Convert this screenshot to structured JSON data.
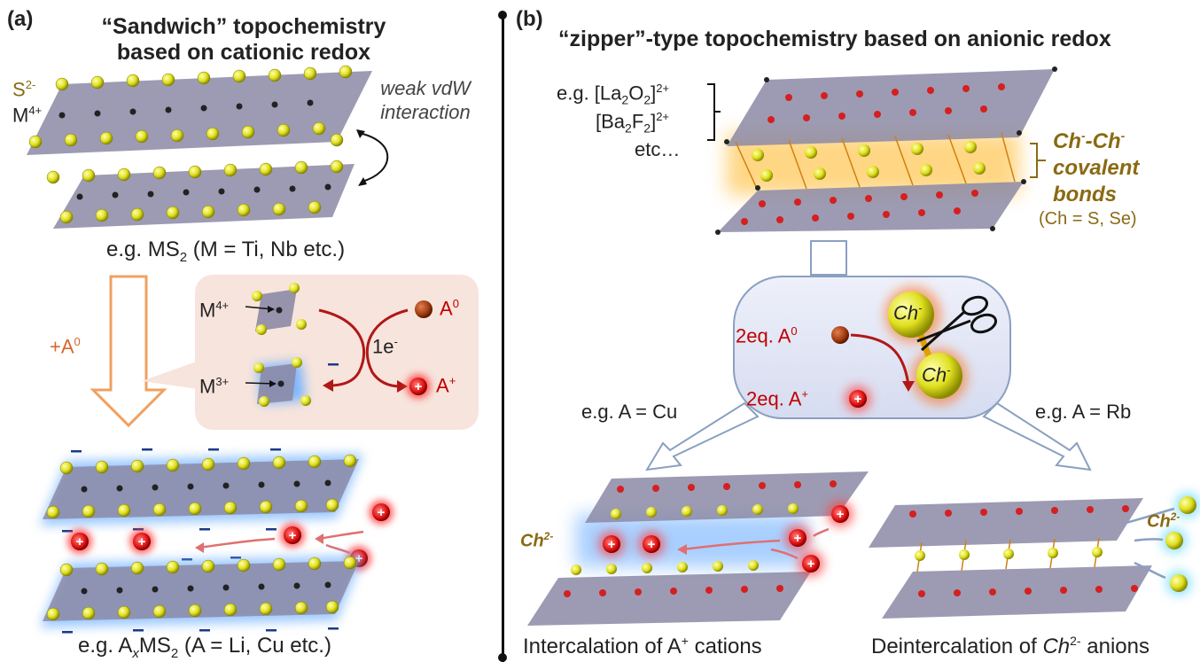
{
  "panel_a": {
    "label": "(a)",
    "title_line1": "“Sandwich” topochemistry",
    "title_line2": "based on cationic redox",
    "s_label": "S",
    "s_charge": "2-",
    "m_label": "M",
    "m_charge": "4+",
    "vdw_line1": "weak vdW",
    "vdw_line2": "interaction",
    "ms2_label_a": "e.g. MS",
    "ms2_label_sub": "2",
    "ms2_label_b": " (M = Ti, Nb etc.)",
    "arrow_label": "+A",
    "arrow_label_sup": "0",
    "inset": {
      "m4_label": "M",
      "m4_charge": "4+",
      "m3_label": "M",
      "m3_charge": "3+",
      "electron": "1e",
      "electron_sup": "-",
      "a0": "A",
      "a0_sup": "0",
      "aplus": "A",
      "aplus_sup": "+"
    },
    "bottom_label_a": "e.g. A",
    "bottom_label_x": "x",
    "bottom_label_b": "MS",
    "bottom_label_sub": "2",
    "bottom_label_c": " (A = Li, Cu etc.)"
  },
  "panel_b": {
    "label": "(b)",
    "title": "“zipper”-type topochemistry based on anionic redox",
    "layer_ex1_a": "e.g. [La",
    "layer_ex1_b": "O",
    "layer_ex1_c": "]",
    "layer_ex1_sup": "2+",
    "layer_ex2_a": "[Ba",
    "layer_ex2_b": "F",
    "layer_ex2_c": "]",
    "layer_ex2_sup": "2+",
    "sub2": "2",
    "layer_ex3": "etc…",
    "bond_line1": "Ch",
    "bond_line1_sup": "-",
    "bond_line1_mid": "-Ch",
    "bond_line2": "covalent",
    "bond_line3": "bonds",
    "ch_def": "(Ch = S, Se)",
    "capsule": {
      "a0": "2eq. A",
      "a0_sup": "0",
      "aplus": "2eq. A",
      "aplus_sup": "+",
      "ch_top": "Ch",
      "ch_bottom": "Ch",
      "ch_sup": "-"
    },
    "left_example": "e.g. A = Cu",
    "right_example": "e.g. A = Rb",
    "ch2_label": "Ch",
    "ch2_sup": "2-",
    "bottom_left_a": "Intercalation of A",
    "bottom_left_sup": "+",
    "bottom_left_b": " cations",
    "bottom_right_a": "Deintercalation of ",
    "bottom_right_ch": "Ch",
    "bottom_right_sup": "2-",
    "bottom_right_b": " anions"
  },
  "colors": {
    "sulfur": "#e6e61a",
    "oxygen": "#d42020",
    "metal": "#333333",
    "slab": "#8c8aa6",
    "orange_arrow": "#f0a060",
    "red_arrow": "#b01818",
    "highlight_blue": "#6fb0ff",
    "gold_text": "#8a6a12"
  }
}
